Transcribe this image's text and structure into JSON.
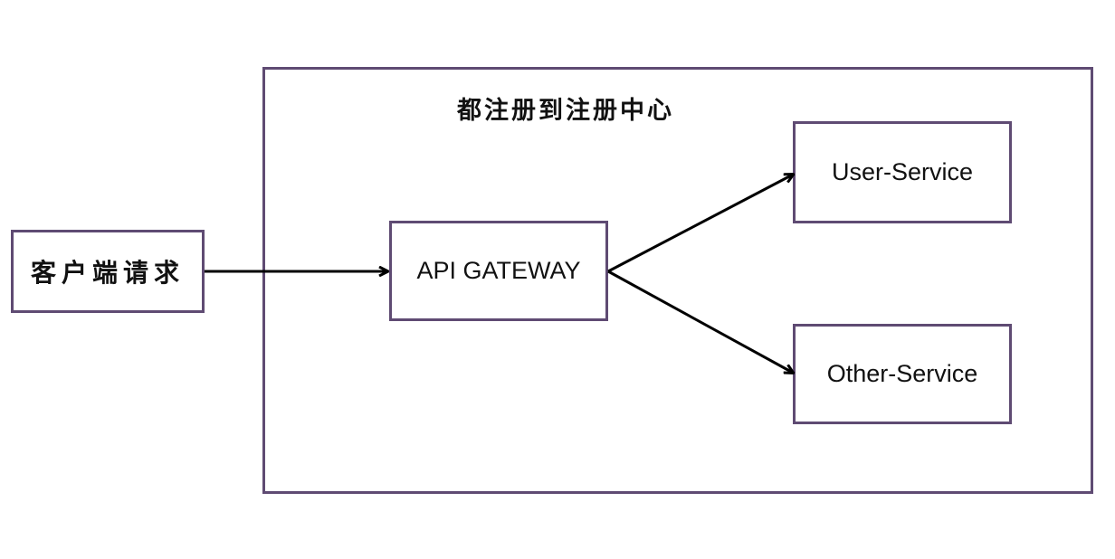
{
  "registry": {
    "title": "都注册到注册中心"
  },
  "client": {
    "label": "客户端请求"
  },
  "gateway": {
    "label": "API GATEWAY"
  },
  "services": {
    "user": "User-Service",
    "other": "Other-Service"
  },
  "colors": {
    "box_border": "#5f4b73",
    "arrow": "#000000",
    "text": "#111111"
  }
}
